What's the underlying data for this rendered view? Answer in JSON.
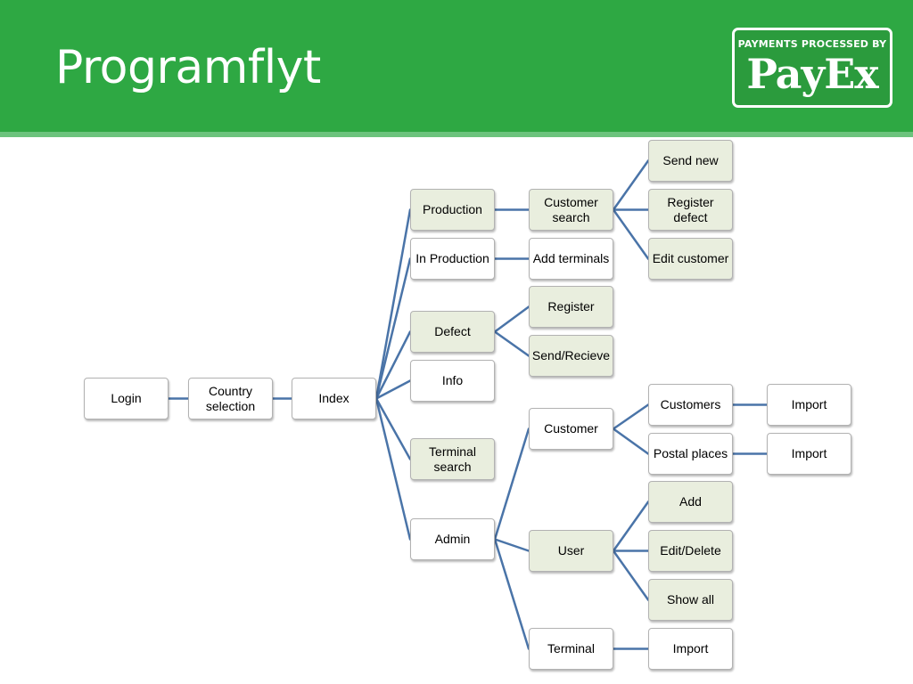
{
  "slide": {
    "title": "Programflyt",
    "logo": {
      "tagline": "PAYMENTS PROCESSED BY",
      "brand": "PayEx"
    }
  },
  "colors": {
    "header": "#2ea843",
    "connector": "#4a74a8",
    "highlight_node": "#e9eede",
    "plain_node": "#ffffff"
  },
  "diagram": {
    "nodes": {
      "login": "Login",
      "country": "Country selection",
      "index": "Index",
      "production": "Production",
      "in_production": "In Production",
      "defect": "Defect",
      "info": "Info",
      "terminal_search": "Terminal search",
      "admin": "Admin",
      "customer_search": "Customer search",
      "add_terminals": "Add terminals",
      "register": "Register",
      "send_recieve": "Send/Recieve",
      "customer": "Customer",
      "user": "User",
      "terminal": "Terminal",
      "send_new": "Send new",
      "register_defect": "Register defect",
      "edit_customer": "Edit customer",
      "customers": "Customers",
      "postal_places": "Postal places",
      "add": "Add",
      "edit_delete": "Edit/Delete",
      "show_all": "Show all",
      "terminal_import": "Import",
      "customers_import": "Import",
      "postal_import": "Import"
    },
    "highlighted": [
      "production",
      "defect",
      "terminal_search",
      "customer_search",
      "register",
      "send_recieve",
      "user",
      "send_new",
      "register_defect",
      "edit_customer",
      "add",
      "edit_delete",
      "show_all"
    ],
    "edges": [
      [
        "login",
        "country"
      ],
      [
        "country",
        "index"
      ],
      [
        "index",
        "production"
      ],
      [
        "index",
        "in_production"
      ],
      [
        "index",
        "defect"
      ],
      [
        "index",
        "info"
      ],
      [
        "index",
        "terminal_search"
      ],
      [
        "index",
        "admin"
      ],
      [
        "production",
        "customer_search"
      ],
      [
        "in_production",
        "add_terminals"
      ],
      [
        "defect",
        "register"
      ],
      [
        "defect",
        "send_recieve"
      ],
      [
        "customer_search",
        "send_new"
      ],
      [
        "customer_search",
        "register_defect"
      ],
      [
        "customer_search",
        "edit_customer"
      ],
      [
        "admin",
        "customer"
      ],
      [
        "admin",
        "user"
      ],
      [
        "admin",
        "terminal"
      ],
      [
        "customer",
        "customers"
      ],
      [
        "customer",
        "postal_places"
      ],
      [
        "customers",
        "customers_import"
      ],
      [
        "postal_places",
        "postal_import"
      ],
      [
        "user",
        "add"
      ],
      [
        "user",
        "edit_delete"
      ],
      [
        "user",
        "show_all"
      ],
      [
        "terminal",
        "terminal_import"
      ]
    ]
  }
}
